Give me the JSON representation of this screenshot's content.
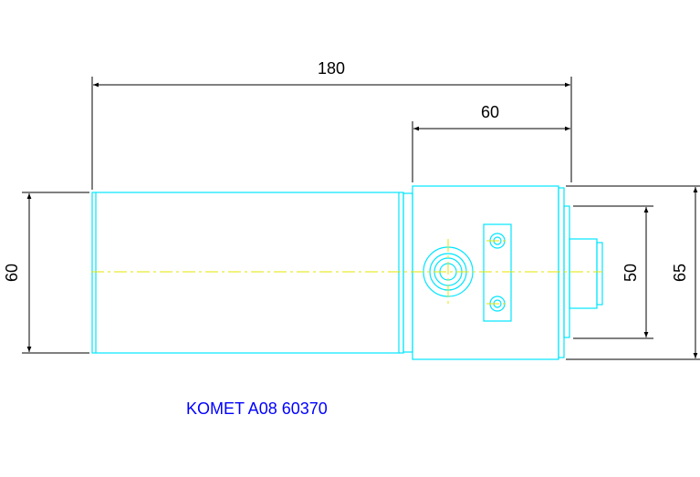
{
  "drawing": {
    "title": "KOMET A08 60370",
    "dimensions": {
      "overall_length": "180",
      "head_length": "60",
      "body_diameter": "60",
      "shank_diameter": "50",
      "head_height": "65"
    }
  },
  "colors": {
    "outline": "#00e5ff",
    "centerline": "#e6e600",
    "dimension": "#000000",
    "title": "#0000ff"
  }
}
